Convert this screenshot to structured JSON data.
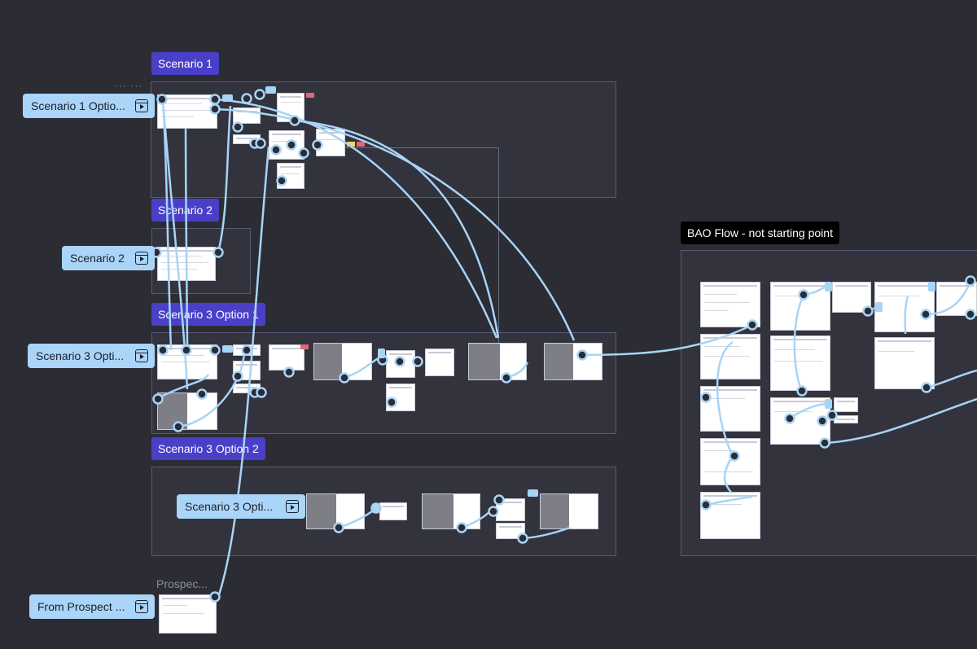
{
  "sections": {
    "scenario_1": "Scenario 1",
    "scenario_2": "Scenario 2",
    "scenario_3_option_1": "Scenario 3 Option 1",
    "scenario_3_option_2": "Scenario 3 Option 2",
    "bao_flow": "BAO Flow - not starting point",
    "prospect_frame": "Prospec..."
  },
  "flow_starts": {
    "s1": "Scenario 1 Optio...",
    "s2": "Scenario 2",
    "s3o1": "Scenario 3 Opti...",
    "s3o2": "Scenario 3 Opti...",
    "prospect": "From Prospect ..."
  },
  "menu_dots": "··· ···",
  "icons": {
    "flow_start": "play-flow-icon",
    "connector": "connection-node-icon"
  },
  "colors": {
    "canvas": "#2c2c35",
    "section_label": "#4a40c8",
    "flow_start": "#aad4f8",
    "connector": "#a8d4f6"
  }
}
